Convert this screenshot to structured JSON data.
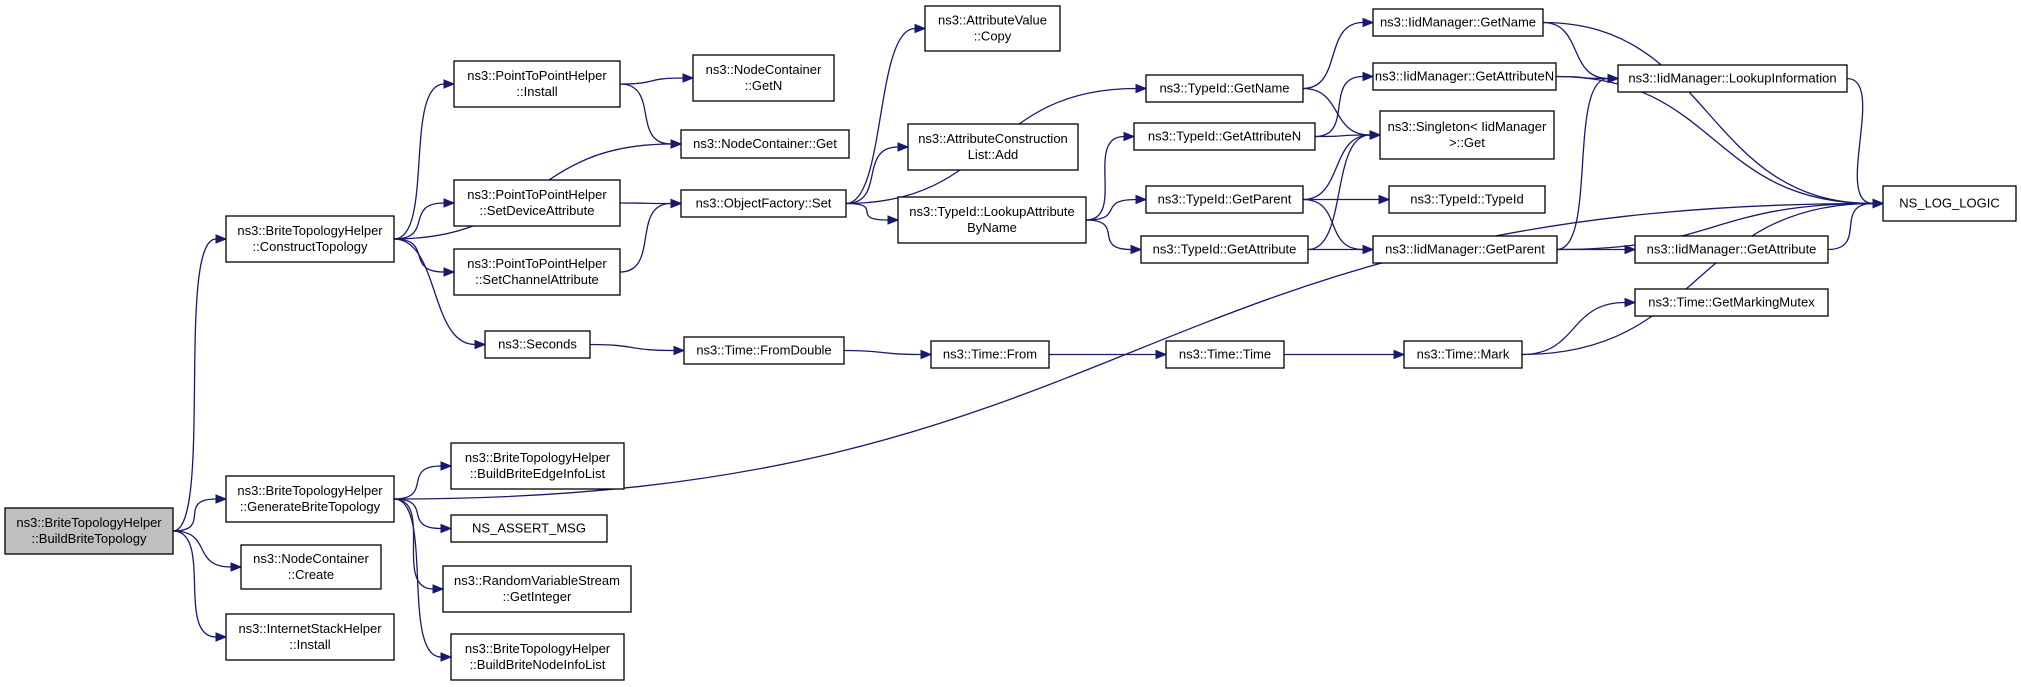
{
  "diagram": {
    "type": "call-graph",
    "nodes": [
      {
        "id": "root",
        "lines": [
          "ns3::BriteTopologyHelper",
          "::BuildBriteTopology"
        ],
        "highlighted": true
      },
      {
        "id": "construct",
        "lines": [
          "ns3::BriteTopologyHelper",
          "::ConstructTopology"
        ]
      },
      {
        "id": "generate",
        "lines": [
          "ns3::BriteTopologyHelper",
          "::GenerateBriteTopology"
        ]
      },
      {
        "id": "nc_create",
        "lines": [
          "ns3::NodeContainer",
          "::Create"
        ]
      },
      {
        "id": "ish_install",
        "lines": [
          "ns3::InternetStackHelper",
          "::Install"
        ]
      },
      {
        "id": "p2p_install",
        "lines": [
          "ns3::PointToPointHelper",
          "::Install"
        ]
      },
      {
        "id": "p2p_setdev",
        "lines": [
          "ns3::PointToPointHelper",
          "::SetDeviceAttribute"
        ]
      },
      {
        "id": "p2p_setchan",
        "lines": [
          "ns3::PointToPointHelper",
          "::SetChannelAttribute"
        ]
      },
      {
        "id": "seconds",
        "lines": [
          "ns3::Seconds"
        ]
      },
      {
        "id": "nc_getn",
        "lines": [
          "ns3::NodeContainer",
          "::GetN"
        ]
      },
      {
        "id": "nc_get",
        "lines": [
          "ns3::NodeContainer::Get"
        ]
      },
      {
        "id": "of_set",
        "lines": [
          "ns3::ObjectFactory::Set"
        ]
      },
      {
        "id": "time_fromdouble",
        "lines": [
          "ns3::Time::FromDouble"
        ]
      },
      {
        "id": "av_copy",
        "lines": [
          "ns3::AttributeValue",
          "::Copy"
        ]
      },
      {
        "id": "acl_add",
        "lines": [
          "ns3::AttributeConstruction",
          "List::Add"
        ]
      },
      {
        "id": "tid_lookup",
        "lines": [
          "ns3::TypeId::LookupAttribute",
          "ByName"
        ]
      },
      {
        "id": "time_from",
        "lines": [
          "ns3::Time::From"
        ]
      },
      {
        "id": "tid_getname",
        "lines": [
          "ns3::TypeId::GetName"
        ]
      },
      {
        "id": "tid_getattrn",
        "lines": [
          "ns3::TypeId::GetAttributeN"
        ]
      },
      {
        "id": "tid_getparent",
        "lines": [
          "ns3::TypeId::GetParent"
        ]
      },
      {
        "id": "tid_getattr",
        "lines": [
          "ns3::TypeId::GetAttribute"
        ]
      },
      {
        "id": "time_time",
        "lines": [
          "ns3::Time::Time"
        ]
      },
      {
        "id": "iid_getname",
        "lines": [
          "ns3::IidManager::GetName"
        ]
      },
      {
        "id": "iid_getattrn",
        "lines": [
          "ns3::IidManager::GetAttributeN"
        ]
      },
      {
        "id": "singleton_get",
        "lines": [
          "ns3::Singleton< IidManager",
          " >::Get"
        ]
      },
      {
        "id": "tid_typeid",
        "lines": [
          "ns3::TypeId::TypeId"
        ]
      },
      {
        "id": "iid_getparent",
        "lines": [
          "ns3::IidManager::GetParent"
        ]
      },
      {
        "id": "time_mark",
        "lines": [
          "ns3::Time::Mark"
        ]
      },
      {
        "id": "iid_lookupinfo",
        "lines": [
          "ns3::IidManager::LookupInformation"
        ]
      },
      {
        "id": "iid_getattr",
        "lines": [
          "ns3::IidManager::GetAttribute"
        ]
      },
      {
        "id": "time_mutex",
        "lines": [
          "ns3::Time::GetMarkingMutex"
        ]
      },
      {
        "id": "ns_log_logic",
        "lines": [
          "NS_LOG_LOGIC"
        ]
      },
      {
        "id": "bb_edge",
        "lines": [
          "ns3::BriteTopologyHelper",
          "::BuildBriteEdgeInfoList"
        ]
      },
      {
        "id": "ns_assert",
        "lines": [
          "NS_ASSERT_MSG"
        ]
      },
      {
        "id": "rvs_getint",
        "lines": [
          "ns3::RandomVariableStream",
          "::GetInteger"
        ]
      },
      {
        "id": "bb_node",
        "lines": [
          "ns3::BriteTopologyHelper",
          "::BuildBriteNodeInfoList"
        ]
      }
    ],
    "edges": [
      [
        "root",
        "construct"
      ],
      [
        "root",
        "generate"
      ],
      [
        "root",
        "nc_create"
      ],
      [
        "root",
        "ish_install"
      ],
      [
        "construct",
        "p2p_install"
      ],
      [
        "construct",
        "nc_get"
      ],
      [
        "construct",
        "p2p_setdev"
      ],
      [
        "construct",
        "p2p_setchan"
      ],
      [
        "construct",
        "seconds"
      ],
      [
        "p2p_install",
        "nc_getn"
      ],
      [
        "p2p_install",
        "nc_get"
      ],
      [
        "p2p_setdev",
        "of_set"
      ],
      [
        "p2p_setchan",
        "of_set"
      ],
      [
        "of_set",
        "av_copy"
      ],
      [
        "of_set",
        "acl_add"
      ],
      [
        "of_set",
        "tid_lookup"
      ],
      [
        "of_set",
        "tid_getname"
      ],
      [
        "seconds",
        "time_fromdouble"
      ],
      [
        "time_fromdouble",
        "time_from"
      ],
      [
        "time_from",
        "time_time"
      ],
      [
        "time_time",
        "time_mark"
      ],
      [
        "time_mark",
        "time_mutex"
      ],
      [
        "time_mark",
        "ns_log_logic"
      ],
      [
        "tid_lookup",
        "tid_getattrn"
      ],
      [
        "tid_lookup",
        "tid_getparent"
      ],
      [
        "tid_lookup",
        "tid_getattr"
      ],
      [
        "tid_getname",
        "iid_getname"
      ],
      [
        "tid_getname",
        "singleton_get"
      ],
      [
        "tid_getattrn",
        "iid_getattrn"
      ],
      [
        "tid_getattrn",
        "singleton_get"
      ],
      [
        "tid_getparent",
        "singleton_get"
      ],
      [
        "tid_getparent",
        "tid_typeid"
      ],
      [
        "tid_getparent",
        "iid_getparent"
      ],
      [
        "tid_getattr",
        "singleton_get"
      ],
      [
        "tid_getattr",
        "iid_getattr"
      ],
      [
        "iid_getname",
        "iid_lookupinfo"
      ],
      [
        "iid_getname",
        "ns_log_logic"
      ],
      [
        "iid_getattrn",
        "iid_lookupinfo"
      ],
      [
        "iid_getattrn",
        "ns_log_logic"
      ],
      [
        "iid_getparent",
        "iid_lookupinfo"
      ],
      [
        "iid_getparent",
        "ns_log_logic"
      ],
      [
        "iid_getattr",
        "ns_log_logic"
      ],
      [
        "iid_lookupinfo",
        "ns_log_logic"
      ],
      [
        "generate",
        "ns_log_logic"
      ],
      [
        "generate",
        "bb_edge"
      ],
      [
        "generate",
        "ns_assert"
      ],
      [
        "generate",
        "rvs_getint"
      ],
      [
        "generate",
        "bb_node"
      ]
    ],
    "colors": {
      "edge": "#191970",
      "node_border": "#000000",
      "root_fill": "#bfbfbf",
      "node_fill": "#ffffff"
    }
  }
}
